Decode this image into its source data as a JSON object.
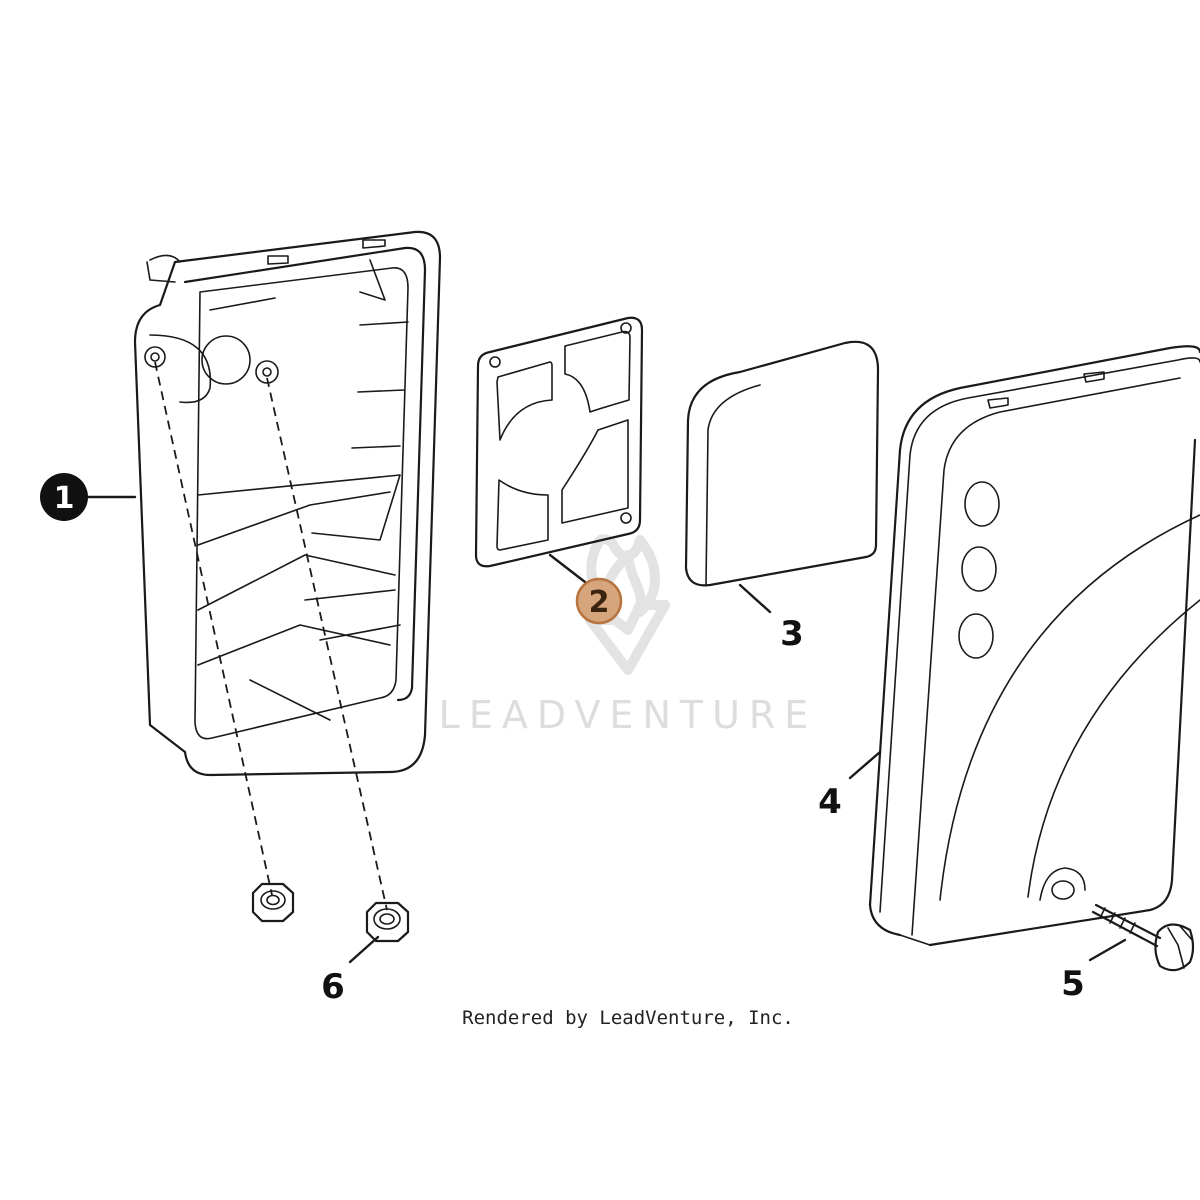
{
  "watermark": {
    "brand": "LEADVENTURE"
  },
  "credit": "Rendered by LeadVenture, Inc.",
  "callouts": [
    {
      "number": "1",
      "part": "air-cleaner-base",
      "style": "filled"
    },
    {
      "number": "2",
      "part": "gasket",
      "style": "highlighted"
    },
    {
      "number": "3",
      "part": "pre-cleaner",
      "style": "plain"
    },
    {
      "number": "4",
      "part": "air-cleaner-cover",
      "style": "plain"
    },
    {
      "number": "5",
      "part": "cover-screw",
      "style": "plain"
    },
    {
      "number": "6",
      "part": "nut",
      "style": "plain"
    }
  ],
  "colors": {
    "highlight_fill": "#d7a57b",
    "highlight_stroke": "#b8743e",
    "ink": "#1a1a1a",
    "watermark": "#dddddd"
  }
}
